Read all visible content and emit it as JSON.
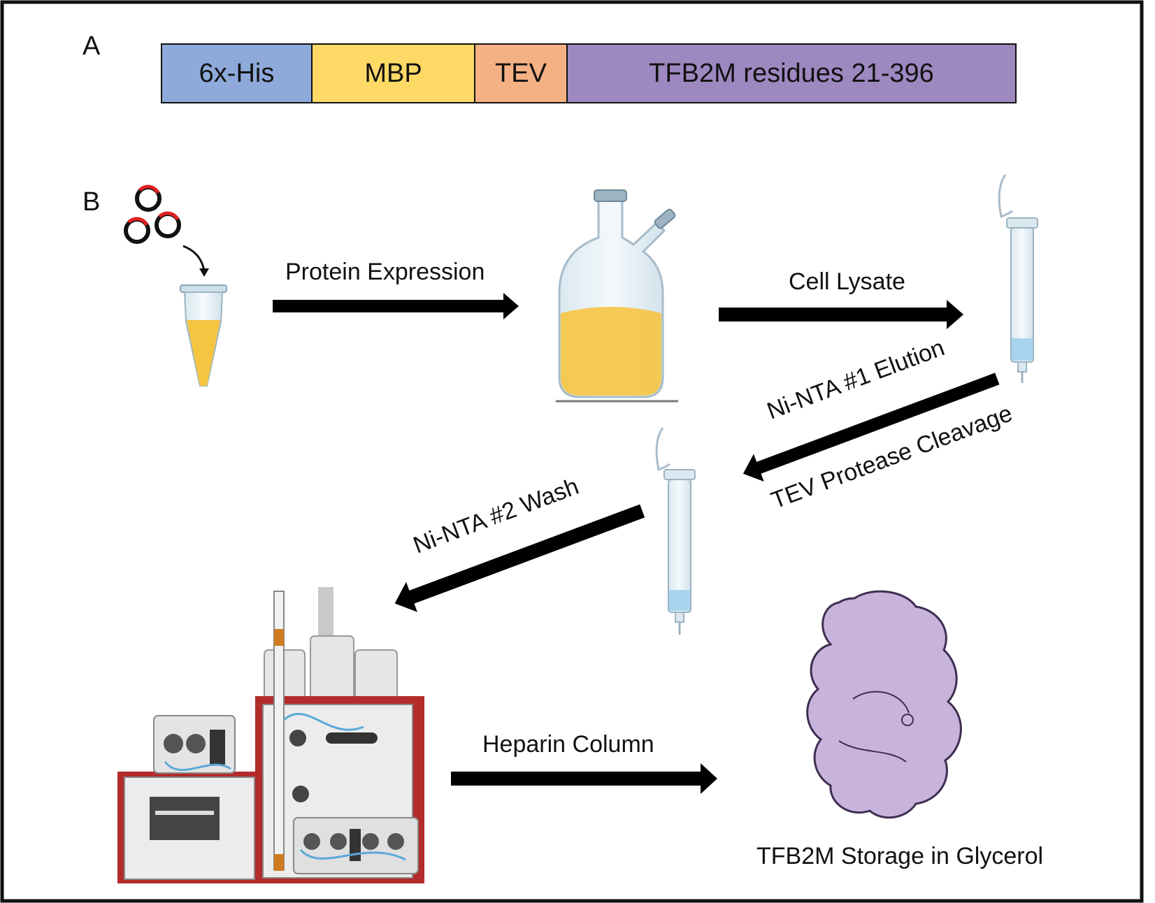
{
  "panels": {
    "a": "A",
    "b": "B"
  },
  "construct": {
    "segments": [
      {
        "label": "6x-His",
        "color": "#8eaadb"
      },
      {
        "label": "MBP",
        "color": "#ffd966"
      },
      {
        "label": "TEV",
        "color": "#f4b183"
      },
      {
        "label": "TFB2M residues 21-396",
        "color": "#9e88c0"
      }
    ]
  },
  "steps": {
    "protein_expression": "Protein Expression",
    "cell_lysate": "Cell Lysate",
    "ni_nta_1": "Ni-NTA #1 Elution",
    "tev_cleavage": "TEV Protease Cleavage",
    "ni_nta_2": "Ni-NTA #2 Wash",
    "heparin": "Heparin Column",
    "storage": "TFB2M Storage in Glycerol"
  },
  "colors": {
    "culture": "#f5c542",
    "column_liquid": "#a9d4ee",
    "instrument_red": "#b32b2b",
    "protein": "#c8b3dc",
    "plasmid_arrow": "#e02020"
  }
}
